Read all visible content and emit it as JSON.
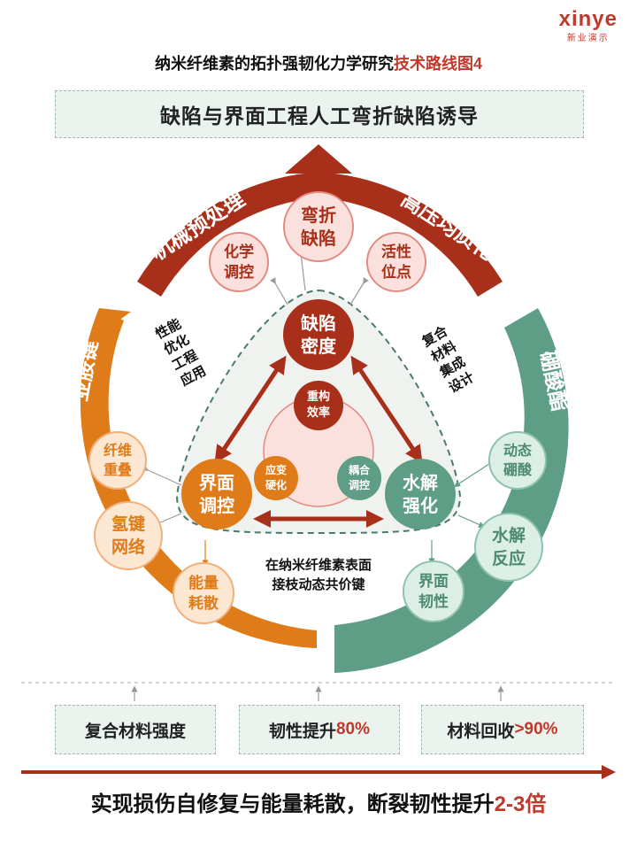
{
  "logo": {
    "word": "xinye",
    "sub": "新业演示"
  },
  "title": {
    "main": "纳米纤维素的拓扑强韧化力学研究",
    "highlight": "技术路线图4"
  },
  "banner": {
    "text": "缺陷与界面工程人工弯折缺陷诱导"
  },
  "arcs": {
    "top_left": "机械预处理",
    "top_right": "高压均质化",
    "left": "亚胺键",
    "right": "硼酸酯"
  },
  "nodes": {
    "bend_defect": [
      "弯折",
      "缺陷"
    ],
    "chem_control": [
      "化学",
      "调控"
    ],
    "active_sites": [
      "活性",
      "位点"
    ],
    "defect_density": [
      "缺陷",
      "密度"
    ],
    "interface_control": [
      "界面",
      "调控"
    ],
    "water_strength": [
      "水解",
      "强化"
    ],
    "restructure": [
      "重构",
      "效率"
    ],
    "strain_harden": [
      "应变",
      "硬化"
    ],
    "coupling_control": [
      "耦合",
      "调控"
    ],
    "fiber_overlap": [
      "纤维",
      "重叠"
    ],
    "hbond_network": [
      "氢键",
      "网络"
    ],
    "energy_dissipation": [
      "能量",
      "耗散"
    ],
    "dynamic_boronic": [
      "动态",
      "硼酸"
    ],
    "hydrolysis_react": [
      "水解",
      "反应"
    ],
    "interface_toughness": [
      "界面",
      "韧性"
    ]
  },
  "side_labels": {
    "left": [
      "性能",
      "优化",
      "工程",
      "应用"
    ],
    "right": [
      "复合",
      "材料",
      "集成",
      "设计"
    ]
  },
  "center_note": [
    "在纳米纤维素表面",
    "接枝动态共价键"
  ],
  "metrics": [
    {
      "label": "复合材料强度",
      "value": ""
    },
    {
      "label": "韧性提升",
      "value": "80%"
    },
    {
      "label": "材料回收",
      "value": ">90%"
    }
  ],
  "conclusion": {
    "main": "实现损伤自修复与能量耗散，断裂韧性提升",
    "highlight": "2-3倍"
  },
  "colors": {
    "red": "#a8301a",
    "orange": "#e07b1a",
    "green": "#5e9e86",
    "pink_fill": "#fbe1dd",
    "pink_stroke": "#e58a80"
  }
}
